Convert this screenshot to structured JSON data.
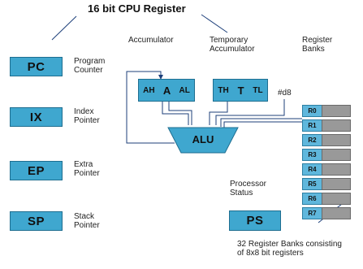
{
  "title": "16 bit CPU Register",
  "pointer_registers": [
    {
      "name": "PC",
      "desc1": "Program",
      "desc2": "Counter"
    },
    {
      "name": "IX",
      "desc1": "Index",
      "desc2": "Pointer"
    },
    {
      "name": "EP",
      "desc1": "Extra",
      "desc2": "Pointer"
    },
    {
      "name": "SP",
      "desc1": "Stack",
      "desc2": "Pointer"
    }
  ],
  "accumulator": {
    "label": "Accumulator",
    "high": "AH",
    "mid": "A",
    "low": "AL"
  },
  "temporary": {
    "label1": "Temporary",
    "label2": "Accumulator",
    "high": "TH",
    "mid": "T",
    "low": "TL"
  },
  "register_banks_label1": "Register",
  "register_banks_label2": "Banks",
  "alu": "ALU",
  "immediate": "#d8",
  "bank_registers": [
    "R0",
    "R1",
    "R2",
    "R3",
    "R4",
    "R5",
    "R6",
    "R7"
  ],
  "processor_status": {
    "label1": "Processor",
    "label2": "Status",
    "name": "PS"
  },
  "bank_caption1": "32 Register Banks consisting",
  "bank_caption2": "of 8x8 bit registers",
  "colors": {
    "register_fill": "#3fa7cf",
    "bank_fill": "#999999",
    "line": "#1d3f7a"
  }
}
